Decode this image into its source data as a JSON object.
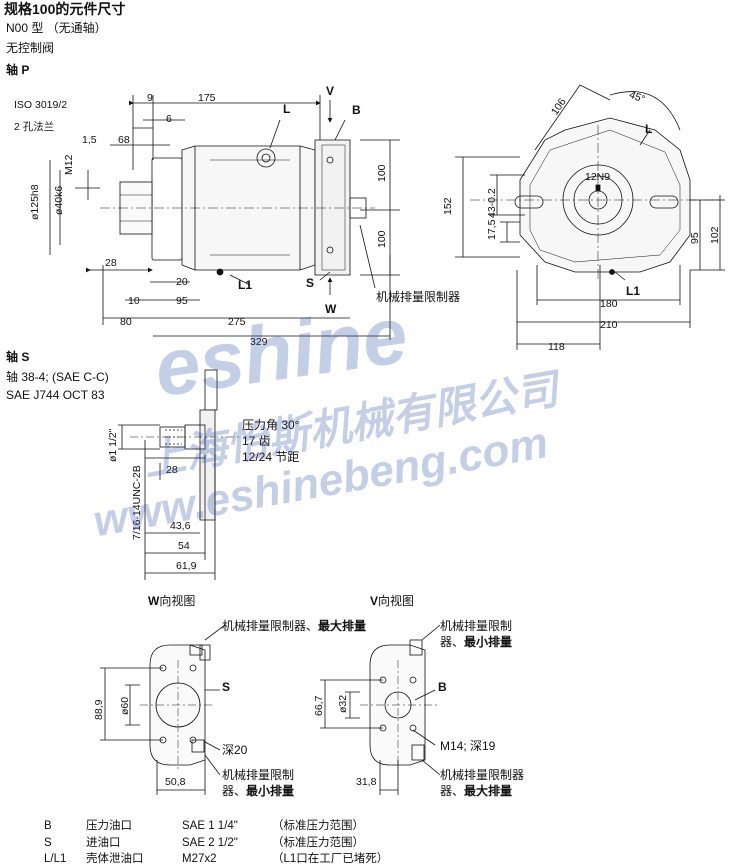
{
  "header": {
    "title": "规格100的元件尺寸",
    "subtitle": "N00 型 （无通轴）",
    "control": "无控制阀",
    "shaft_p": "轴 P"
  },
  "top_view": {
    "iso": "ISO 3019/2",
    "flange": "2 孔法兰",
    "d9": "9",
    "d175": "175",
    "d6": "6",
    "d15": "1,5",
    "d68": "68",
    "m12": "M12",
    "d125": "ø125h8",
    "d40": "ø40k6",
    "d28": "28",
    "d20": "20",
    "d10": "10",
    "d95": "95",
    "d80": "80",
    "d275": "275",
    "d329": "329",
    "d100a": "100",
    "d100b": "100",
    "lab_L": "L",
    "lab_V": "V",
    "lab_B": "B",
    "lab_L1": "L1",
    "lab_S": "S",
    "lab_W": "W",
    "limiter": "机械排量限制器"
  },
  "side_view": {
    "d106": "106",
    "d45": "45°",
    "lab_L": "L",
    "d152": "152",
    "d43": "43-0.2",
    "d12": "12N9",
    "d175": "17,5",
    "d95": "95",
    "d102": "102",
    "d180": "180",
    "lab_L1": "L1",
    "d210": "210",
    "d118": "118"
  },
  "shaft_s": {
    "title": "轴 S",
    "spec1": "轴 38-4; (SAE C-C)",
    "spec2": "SAE J744 OCT 83",
    "pressure_angle": "压力角 30°",
    "teeth": "17 齿",
    "pitch": "12/24 节距",
    "d_inch": "ø1 1/2\"",
    "thread": "7/16-14UNC-2B",
    "d28": "28",
    "d436": "43,6",
    "d54": "54",
    "d619": "61,9"
  },
  "w_view": {
    "title_bold": "W",
    "title_rest": "向视图",
    "top_label": "机械排量限制器、",
    "top_label_bold": "最大排量",
    "port": "S",
    "d889": "88,9",
    "d60": "ø60",
    "depth": "深20",
    "d508": "50,8",
    "bottom1": "机械排量限制",
    "bottom2": "器、",
    "bottom2_bold": "最小排量"
  },
  "v_view": {
    "title_bold": "V",
    "title_rest": "向视图",
    "top1": "机械排量限制",
    "top2": "器、",
    "top2_bold": "最小排量",
    "port": "B",
    "d667": "66,7",
    "d32": "ø32",
    "thread": "M14; 深19",
    "d318": "31,8",
    "bottom1": "机械排量限制器",
    "bottom2": "器、",
    "bottom2_bold": "最大排量"
  },
  "legend": [
    {
      "code": "B",
      "name": "压力油口",
      "spec": "SAE 1 1/4\"",
      "note": "（标准压力范围）"
    },
    {
      "code": "S",
      "name": "进油口",
      "spec": "SAE 2 1/2\"",
      "note": "（标准压力范围）"
    },
    {
      "code": "L/L1",
      "name": "壳体泄油口",
      "spec": "M27x2",
      "note": "（L1口在工厂已堵死）"
    }
  ],
  "watermark": {
    "brand": "eshine",
    "company": "上海怡斯机械有限公司",
    "url": "www.eshinebeng.com"
  }
}
